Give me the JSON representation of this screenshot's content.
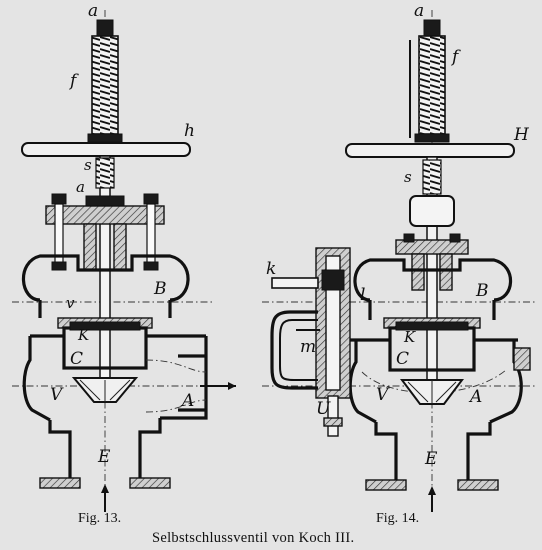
{
  "caption": {
    "title": "Selbstschlussventil von Koch III.",
    "fig13": "Fig. 13.",
    "fig14": "Fig. 14."
  },
  "fig13_labels": {
    "a_top": "a",
    "f": "f",
    "h": "h",
    "s": "s",
    "a_mid": "a",
    "v": "v",
    "B": "B",
    "K": "K",
    "C": "C",
    "V": "V",
    "A": "A",
    "E": "E"
  },
  "fig14_labels": {
    "a_top": "a",
    "f": "f",
    "H": "H",
    "s": "s",
    "k": "k",
    "l": "l",
    "B": "B",
    "K": "K",
    "m": "m",
    "C": "C",
    "V": "V",
    "A": "A",
    "U": "U",
    "E": "E"
  }
}
